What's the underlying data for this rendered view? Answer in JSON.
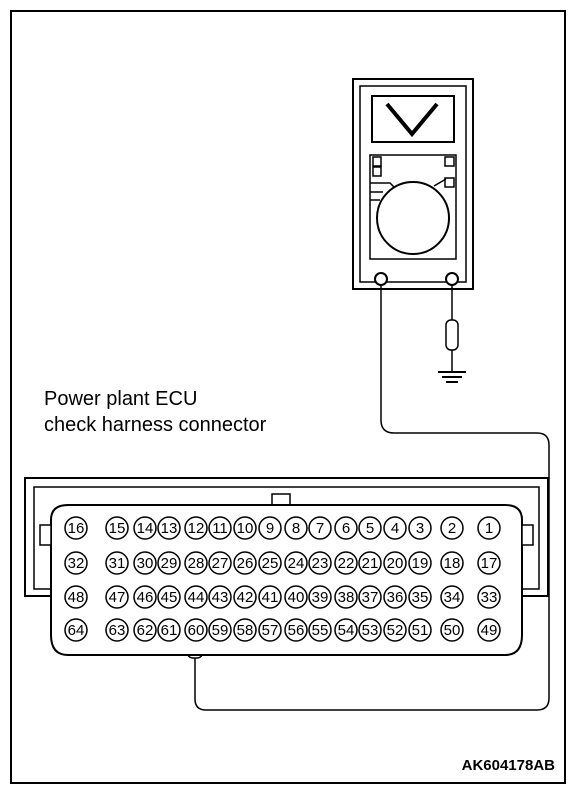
{
  "caption": {
    "line1": "Power plant ECU",
    "line2": "check harness connector"
  },
  "figure_id": "AK604178AB",
  "meter": {
    "display_symbol": "V"
  },
  "connector": {
    "rows": [
      [
        "16",
        "15",
        "14",
        "13",
        "12",
        "11",
        "10",
        "9",
        "8",
        "7",
        "6",
        "5",
        "4",
        "3",
        "2",
        "1"
      ],
      [
        "32",
        "31",
        "30",
        "29",
        "28",
        "27",
        "26",
        "25",
        "24",
        "23",
        "22",
        "21",
        "20",
        "19",
        "18",
        "17"
      ],
      [
        "48",
        "47",
        "46",
        "45",
        "44",
        "43",
        "42",
        "41",
        "40",
        "39",
        "38",
        "37",
        "36",
        "35",
        "34",
        "33"
      ],
      [
        "64",
        "63",
        "62",
        "61",
        "60",
        "59",
        "58",
        "57",
        "56",
        "55",
        "54",
        "53",
        "52",
        "51",
        "50",
        "49"
      ]
    ],
    "probe_pin": "60"
  }
}
